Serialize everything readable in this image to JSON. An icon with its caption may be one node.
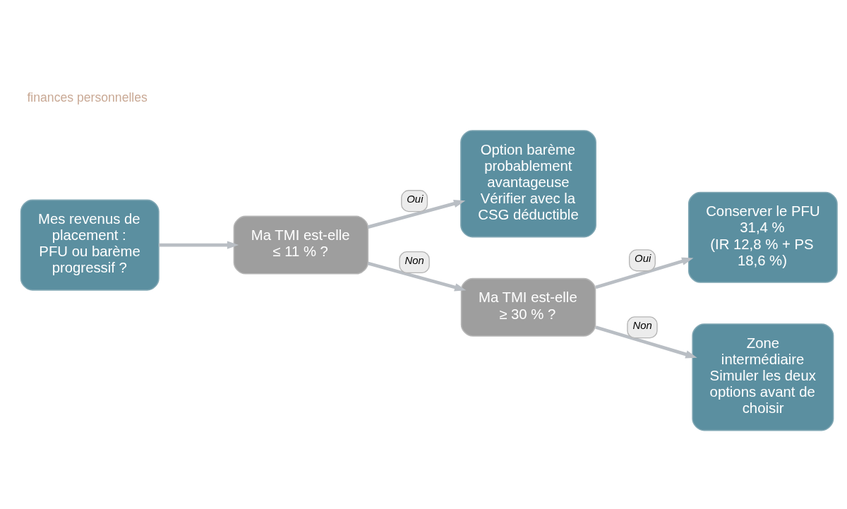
{
  "diagram": {
    "nodes": [
      {
        "text": [
          "Mes revenus de placement : PFU ou barème progressif ?"
        ]
      },
      {
        "text": [
          "Ma TMI est-elle ≤ 11 % ?"
        ]
      },
      {
        "text": [
          "Option barème probablement avantageuse",
          "Vérifier avec la CSG déductible"
        ]
      },
      {
        "text": [
          "Ma TMI est-elle ≥ 30 % ?"
        ]
      },
      {
        "text": [
          "Conserver le PFU 31,4 %",
          "(IR 12,8 % + PS 18,6 %)"
        ]
      },
      {
        "text": [
          "Zone intermédiaire",
          "Simuler les deux options avant de choisir"
        ]
      }
    ],
    "edges": [
      {
        "from": 0,
        "to": 1,
        "arrow": "to"
      },
      {
        "from": 1,
        "to": 2,
        "arrow": "to",
        "label": "Oui"
      },
      {
        "from": 1,
        "to": 3,
        "arrow": "to",
        "label": "Non"
      },
      {
        "from": 3,
        "to": 4,
        "arrow": "to",
        "label": "Oui"
      },
      {
        "from": 3,
        "to": 5,
        "arrow": "to",
        "label": "Non"
      }
    ],
    "labels": [
      "finances personnelles"
    ]
  }
}
